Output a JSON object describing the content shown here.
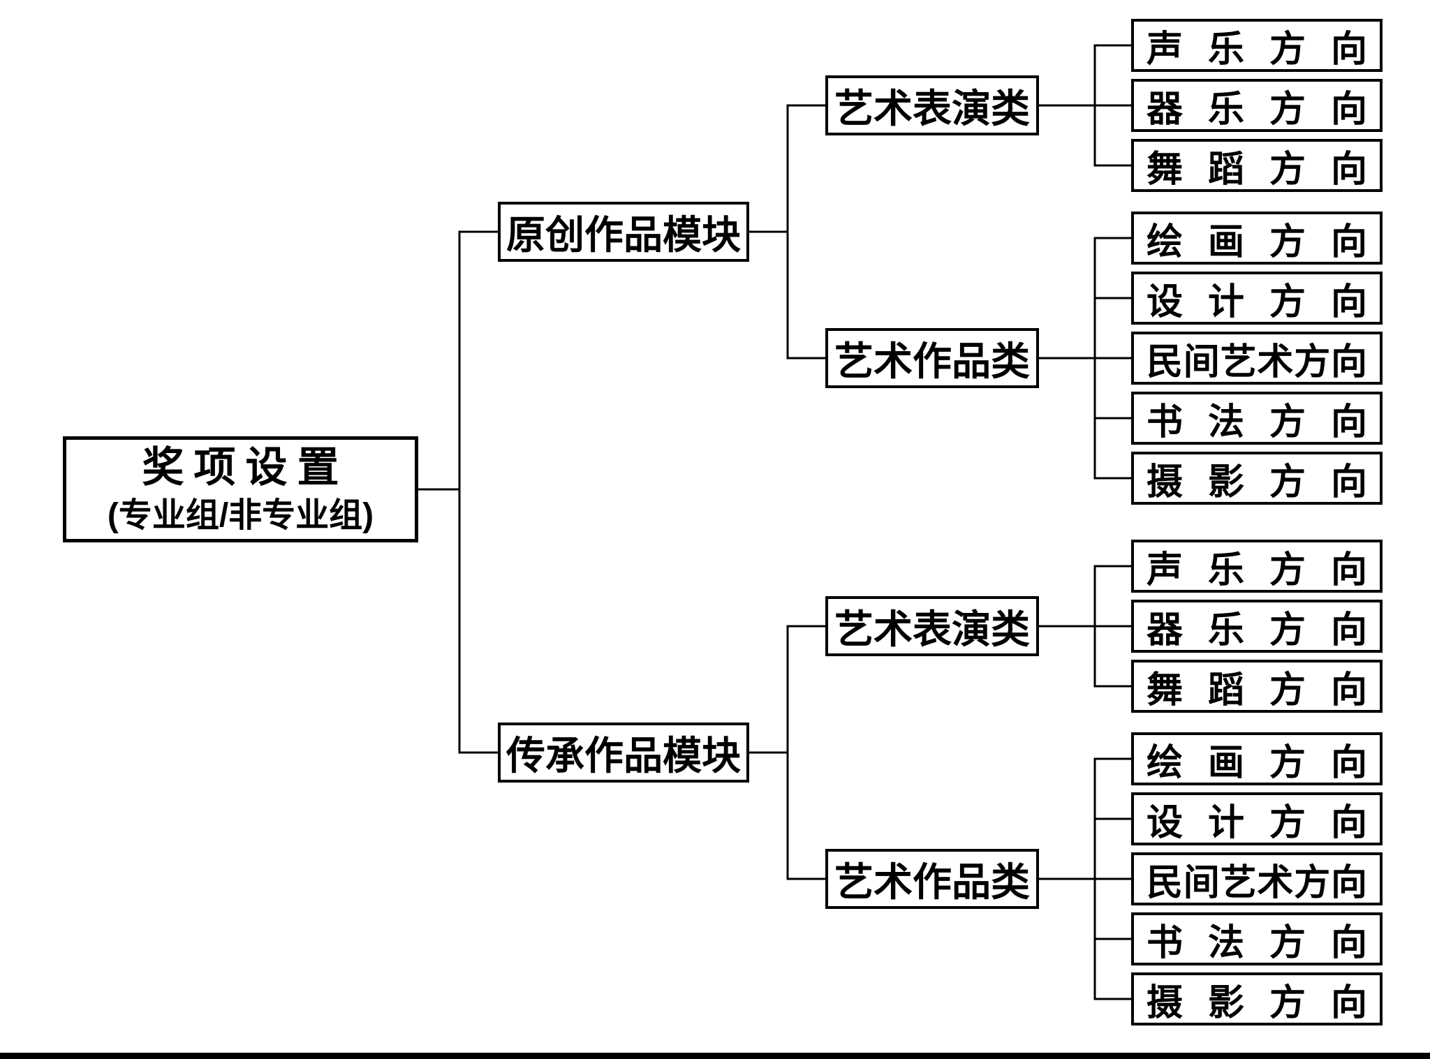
{
  "diagram": {
    "root": {
      "title": "奖项设置",
      "subtitle": "(专业组/非专业组)"
    },
    "modules": [
      {
        "label": "原创作品模块",
        "categories": [
          {
            "label": "艺术表演类",
            "directions": [
              "声乐方向",
              "器乐方向",
              "舞蹈方向"
            ]
          },
          {
            "label": "艺术作品类",
            "directions": [
              "绘画方向",
              "设计方向",
              "民间艺术方向",
              "书法方向",
              "摄影方向"
            ]
          }
        ]
      },
      {
        "label": "传承作品模块",
        "categories": [
          {
            "label": "艺术表演类",
            "directions": [
              "声乐方向",
              "器乐方向",
              "舞蹈方向"
            ]
          },
          {
            "label": "艺术作品类",
            "directions": [
              "绘画方向",
              "设计方向",
              "民间艺术方向",
              "书法方向",
              "摄影方向"
            ]
          }
        ]
      }
    ],
    "colors": {
      "background": "#ffffff",
      "box_fill": "#ffffff",
      "box_border": "#000000",
      "line": "#000000",
      "text": "#000000"
    }
  }
}
